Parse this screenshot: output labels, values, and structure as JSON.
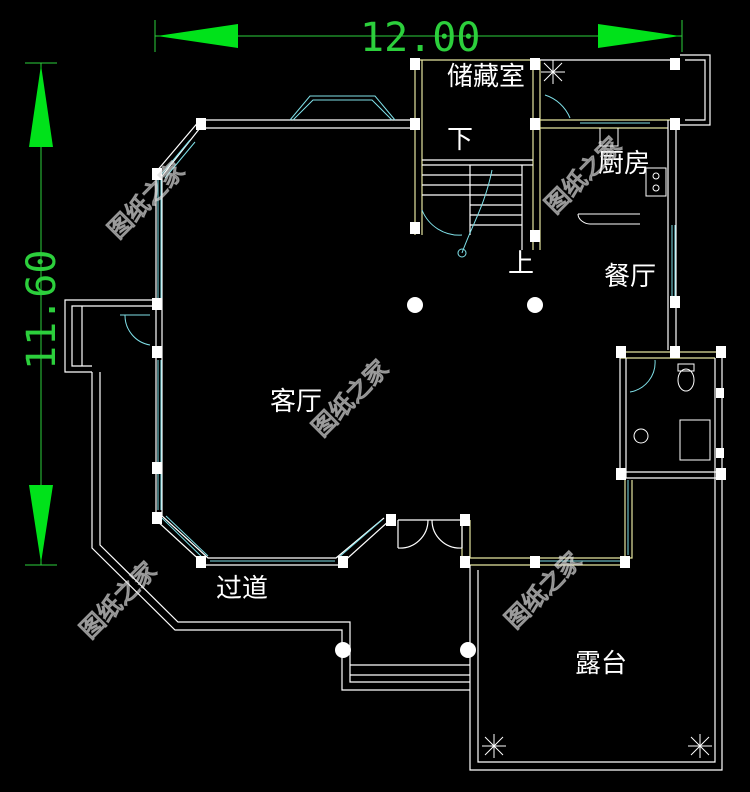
{
  "dimensions": {
    "width_label": "12.00",
    "height_label": "11.60"
  },
  "rooms": {
    "storage": "储藏室",
    "stair_down": "下",
    "stair_up": "上",
    "kitchen": "厨房",
    "dining": "餐厅",
    "living": "客厅",
    "corridor": "过道",
    "terrace": "露台"
  },
  "watermark": "图纸之家",
  "colors": {
    "background": "#000000",
    "wall": "#ffffff",
    "window": "#7fe0e8",
    "dimension": "#2ccf3c",
    "arrow": "#00e21a"
  }
}
